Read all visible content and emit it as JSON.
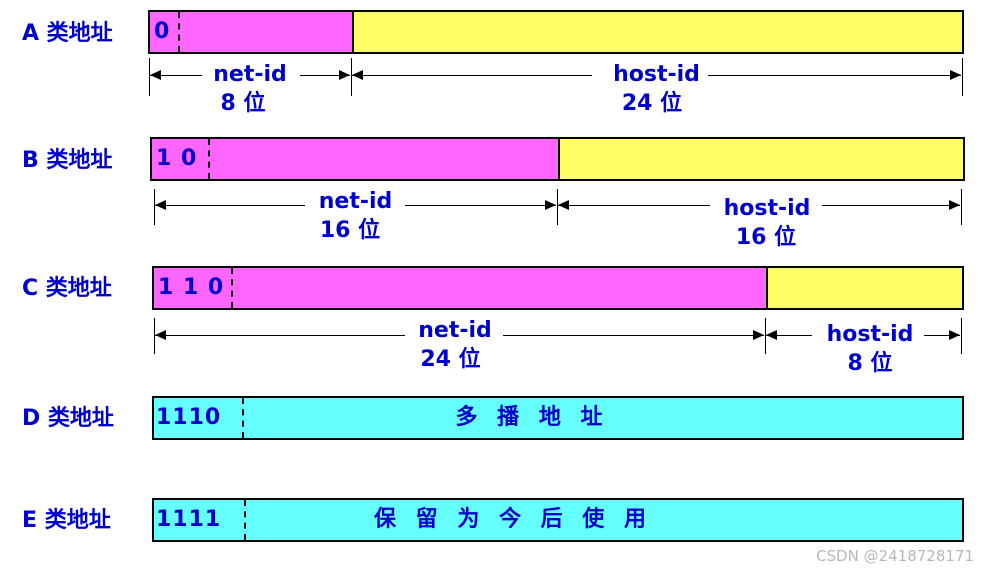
{
  "classes": [
    {
      "label": "A 类地址",
      "bits": "0",
      "net": {
        "name": "net-id",
        "width": "8 位"
      },
      "host": {
        "name": "host-id",
        "width": "24 位"
      }
    },
    {
      "label": "B 类地址",
      "bits": "1 0",
      "net": {
        "name": "net-id",
        "width": "16 位"
      },
      "host": {
        "name": "host-id",
        "width": "16 位"
      }
    },
    {
      "label": "C 类地址",
      "bits": "1 1 0",
      "net": {
        "name": "net-id",
        "width": "24 位"
      },
      "host": {
        "name": "host-id",
        "width": "8 位"
      }
    },
    {
      "label": "D 类地址",
      "bits": "1110",
      "text": "多 播 地 址"
    },
    {
      "label": "E 类地址",
      "bits": "1111",
      "text": "保 留 为 今 后 使 用"
    }
  ],
  "colors": {
    "net": "#ff66ff",
    "host": "#ffff66",
    "special": "#66ffff",
    "text": "#0000cc"
  },
  "watermark": "CSDN @2418728171"
}
